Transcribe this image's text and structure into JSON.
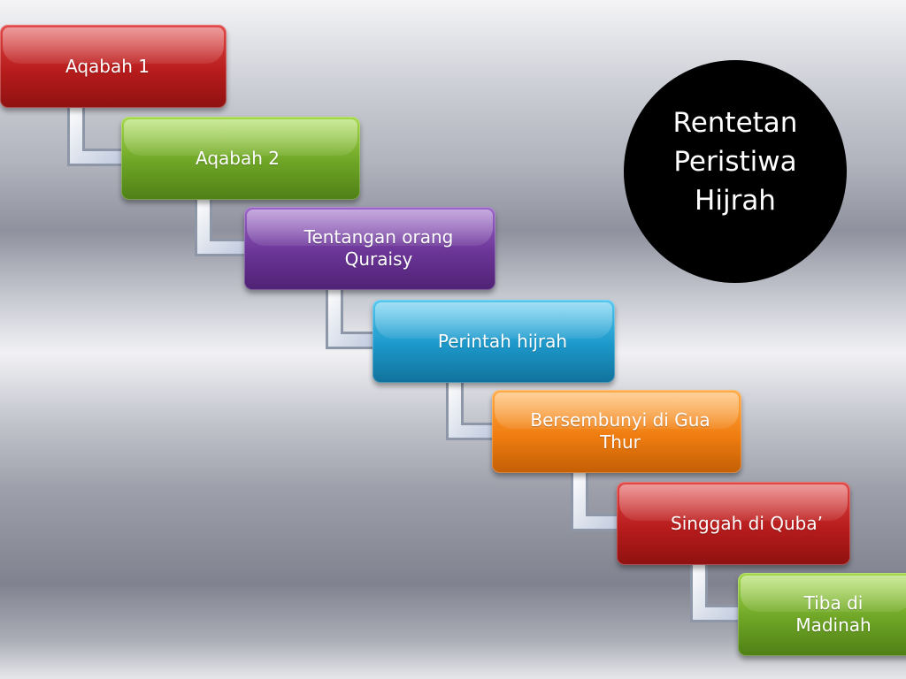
{
  "steps": [
    {
      "label": "Aqabah 1",
      "color": "#c62828"
    },
    {
      "label": "Aqabah 2",
      "color": "#7cb32e"
    },
    {
      "label": "Tentangan orang Quraisy",
      "color": "#7b3fa6"
    },
    {
      "label": "Perintah hijrah",
      "color": "#22a4d6"
    },
    {
      "label": "Bersembunyi di Gua Thur",
      "color": "#f28a1a"
    },
    {
      "label": "Singgah di Quba’",
      "color": "#c62828"
    },
    {
      "label": "Tiba di Madinah",
      "color": "#7cb32e"
    }
  ],
  "title_badge": {
    "text": "Rentetan Peristiwa Hijrah",
    "color": "#000000"
  }
}
